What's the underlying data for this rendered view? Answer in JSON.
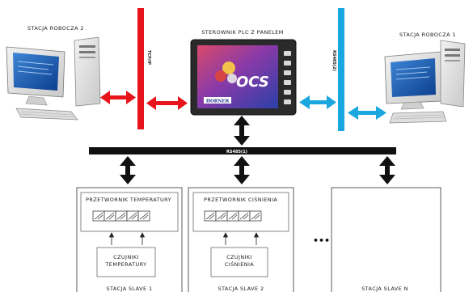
{
  "workstation_2": {
    "label": "STACJA ROBOCZA 2"
  },
  "workstation_1": {
    "label": "STACJA ROBOCZA 1"
  },
  "plc": {
    "label": "STEROWNIK PLC Z PANELEM",
    "logo_text": "OCS",
    "brand_text": "HORNER"
  },
  "tcpip_bus": {
    "label": "TCP/IP",
    "color": "#e8141c"
  },
  "rs485_2_bus": {
    "label": "RS485(2)",
    "color": "#1aa7e0"
  },
  "rs485_1_bus": {
    "label": "RS485(1)",
    "color": "#000000"
  },
  "slaves": [
    {
      "transducer": "PRZETWORNIK  TEMPERATURY",
      "sensor_line1": "CZUJNIKI",
      "sensor_line2": "TEMPERATURY",
      "station": "STACJA SLAVE 1"
    },
    {
      "transducer": "PRZETWORNIK  CIŚNIENIA",
      "sensor_line1": "CZUJNIKI",
      "sensor_line2": "CIŚNIENIA",
      "station": "STACJA SLAVE 2"
    },
    {
      "station": "STACJA SLAVE N"
    }
  ],
  "ellipsis": "••••"
}
